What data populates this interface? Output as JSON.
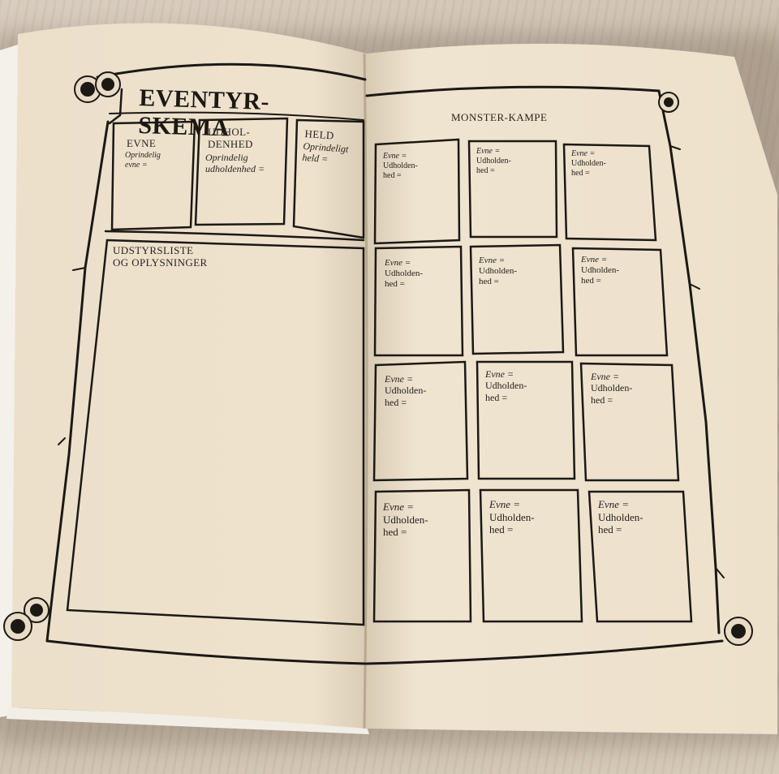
{
  "left_page": {
    "title": "EVENTYR-SKEMA",
    "stat_boxes": [
      {
        "heading": "EVNE",
        "text": "Oprindelig\nevne ="
      },
      {
        "heading": "UDHOL-\nDENHED",
        "text": "Oprindelig\nudholdenhed ="
      },
      {
        "heading": "HELD",
        "text": "Oprindeligt\nheld ="
      }
    ],
    "equipment": {
      "heading": "UDSTYRSLISTE\nOG OPLYSNINGER"
    }
  },
  "right_page": {
    "heading": "MONSTER-KAMPE",
    "cells": [
      {
        "evne": "Evne =",
        "udholdenhed": "Udholden-\nhed ="
      },
      {
        "evne": "Evne =",
        "udholdenhed": "Udholden-\nhed ="
      },
      {
        "evne": "Evne =",
        "udholdenhed": "Udholden-\nhed ="
      },
      {
        "evne": "Evne =",
        "udholdenhed": "Udholden-\nhed ="
      },
      {
        "evne": "Evne =",
        "udholdenhed": "Udholden-\nhed ="
      },
      {
        "evne": "Evne =",
        "udholdenhed": "Udholden-\nhed ="
      },
      {
        "evne": "Evne =",
        "udholdenhed": "Udholden-\nhed ="
      },
      {
        "evne": "Evne =",
        "udholdenhed": "Udholden-\nhed ="
      },
      {
        "evne": "Evne =",
        "udholdenhed": "Udholden-\nhed ="
      },
      {
        "evne": "Evne =",
        "udholdenhed": "Udholden-\nhed ="
      },
      {
        "evne": "Evne =",
        "udholdenhed": "Udholden-\nhed ="
      },
      {
        "evne": "Evne =",
        "udholdenhed": "Udholden-\nhed ="
      }
    ]
  },
  "colors": {
    "paper": "#efe3cf",
    "ink": "#1c1814",
    "table": "#d3c6b6"
  }
}
